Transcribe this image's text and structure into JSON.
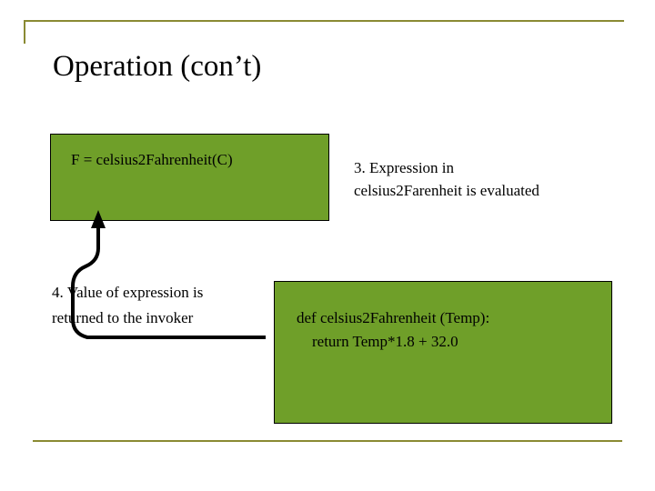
{
  "slide": {
    "title": "Operation (con’t)",
    "accent_color": "#8a8a33",
    "box_color": "#6f9f29",
    "boxes": {
      "expression": {
        "text": "F = celsius2Fahrenheit(C)"
      },
      "function": {
        "text": "def celsius2Fahrenheit (Temp):\n    return Temp*1.8 + 32.0"
      }
    },
    "annotations": {
      "step3": "3. Expression in celsius2Farenheit is evaluated",
      "step4": "4. Value of expression is returned to the invoker"
    }
  }
}
